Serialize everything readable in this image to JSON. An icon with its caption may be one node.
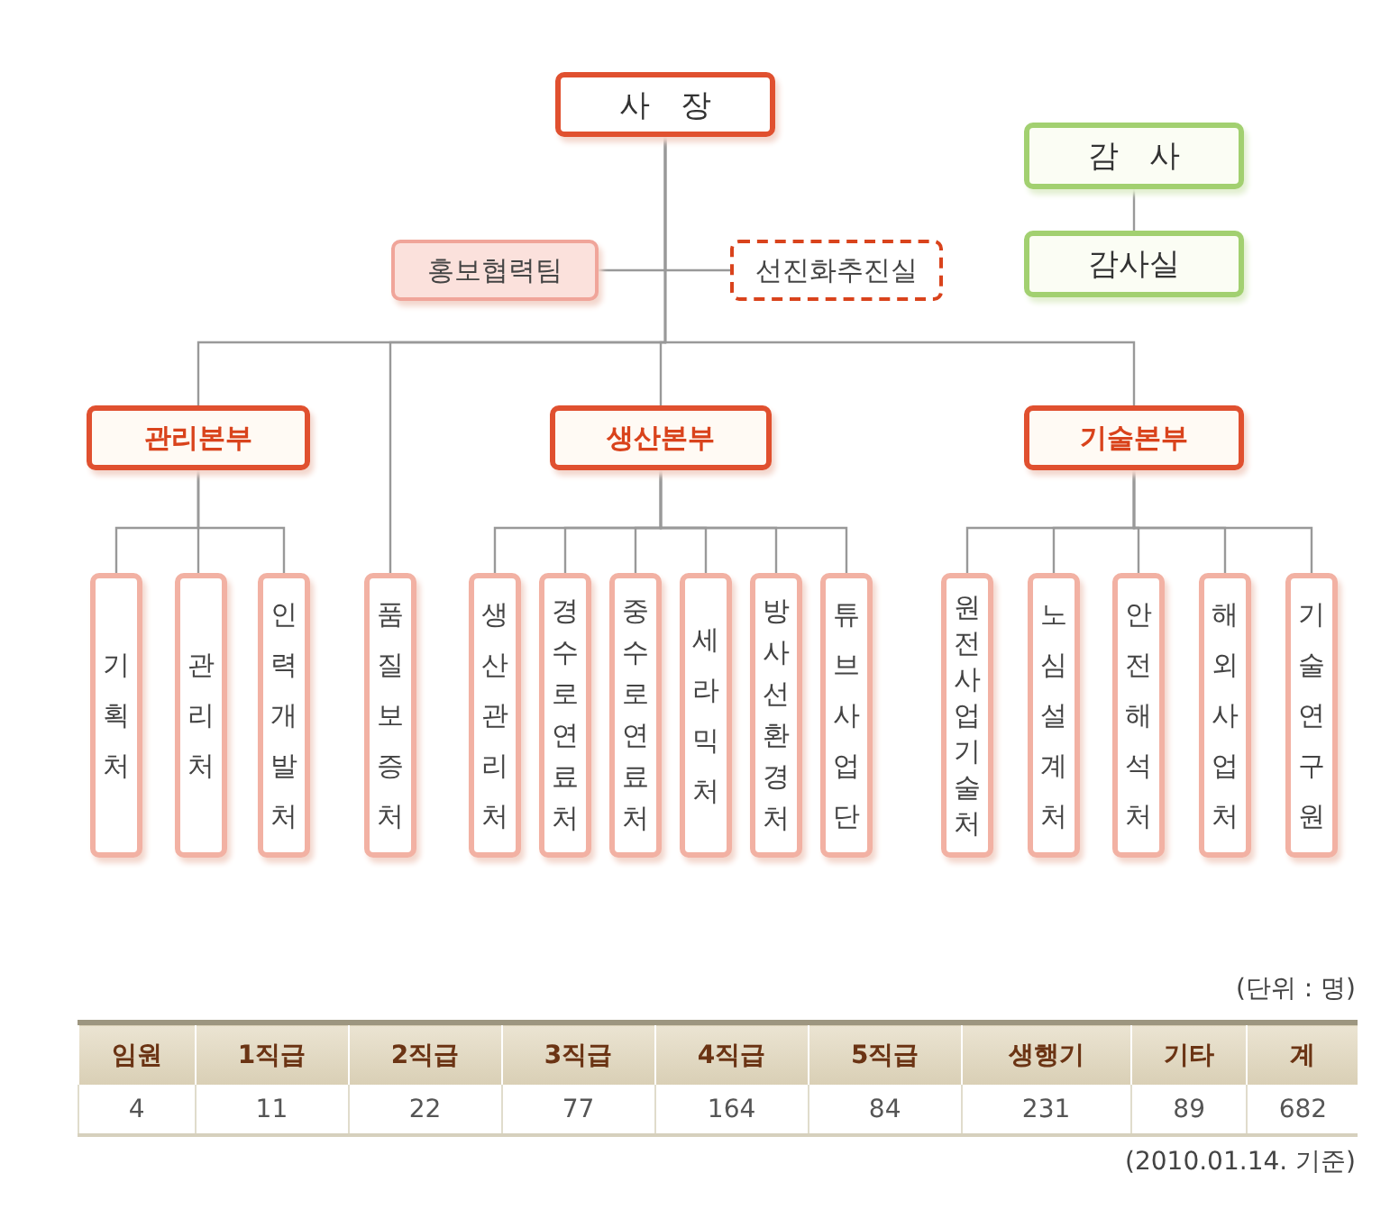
{
  "diagram": {
    "nodes": [
      {
        "text": [
          "사 장"
        ]
      },
      {
        "text": [
          "감 사"
        ]
      },
      {
        "text": [
          "감사실"
        ]
      },
      {
        "text": [
          "홍보협력팀"
        ]
      },
      {
        "text": [
          "선진화추진실"
        ]
      },
      {
        "text": [
          "관리본부"
        ]
      },
      {
        "text": [
          "생산본부"
        ]
      },
      {
        "text": [
          "기술본부"
        ]
      },
      {
        "text": [
          "기획처"
        ]
      },
      {
        "text": [
          "관리처"
        ]
      },
      {
        "text": [
          "인력개발처"
        ]
      },
      {
        "text": [
          "품질보증처"
        ]
      },
      {
        "text": [
          "생산관리처"
        ]
      },
      {
        "text": [
          "경수로연료처"
        ]
      },
      {
        "text": [
          "중수로연료처"
        ]
      },
      {
        "text": [
          "세라믹처"
        ]
      },
      {
        "text": [
          "방사선환경처"
        ]
      },
      {
        "text": [
          "튜브사업단"
        ]
      },
      {
        "text": [
          "원전사업기술처"
        ]
      },
      {
        "text": [
          "노심설계처"
        ]
      },
      {
        "text": [
          "안전해석처"
        ]
      },
      {
        "text": [
          "해외사업처"
        ]
      },
      {
        "text": [
          "기술연구원"
        ]
      }
    ],
    "edges": [
      {
        "from": 0,
        "to": 3,
        "arrow": "none"
      },
      {
        "from": 0,
        "to": 4,
        "arrow": "none"
      },
      {
        "from": 0,
        "to": 5,
        "arrow": "none"
      },
      {
        "from": 0,
        "to": 11,
        "arrow": "none"
      },
      {
        "from": 0,
        "to": 6,
        "arrow": "none"
      },
      {
        "from": 0,
        "to": 7,
        "arrow": "none"
      },
      {
        "from": 1,
        "to": 2,
        "arrow": "none"
      },
      {
        "from": 5,
        "to": 8,
        "arrow": "none"
      },
      {
        "from": 5,
        "to": 9,
        "arrow": "none"
      },
      {
        "from": 5,
        "to": 10,
        "arrow": "none"
      },
      {
        "from": 6,
        "to": 12,
        "arrow": "none"
      },
      {
        "from": 6,
        "to": 13,
        "arrow": "none"
      },
      {
        "from": 6,
        "to": 14,
        "arrow": "none"
      },
      {
        "from": 6,
        "to": 15,
        "arrow": "none"
      },
      {
        "from": 6,
        "to": 16,
        "arrow": "none"
      },
      {
        "from": 6,
        "to": 17,
        "arrow": "none"
      },
      {
        "from": 7,
        "to": 18,
        "arrow": "none"
      },
      {
        "from": 7,
        "to": 19,
        "arrow": "none"
      },
      {
        "from": 7,
        "to": 20,
        "arrow": "none"
      },
      {
        "from": 7,
        "to": 21,
        "arrow": "none"
      },
      {
        "from": 7,
        "to": 22,
        "arrow": "none"
      }
    ],
    "labels": [
      "(단위 : 명)",
      "임원",
      "1직급",
      "2직급",
      "3직급",
      "4직급",
      "5직급",
      "생행기",
      "기타",
      "계",
      "4",
      "11",
      "22",
      "77",
      "164",
      "84",
      "231",
      "89",
      "682",
      "(2010.01.14. 기준)"
    ]
  }
}
